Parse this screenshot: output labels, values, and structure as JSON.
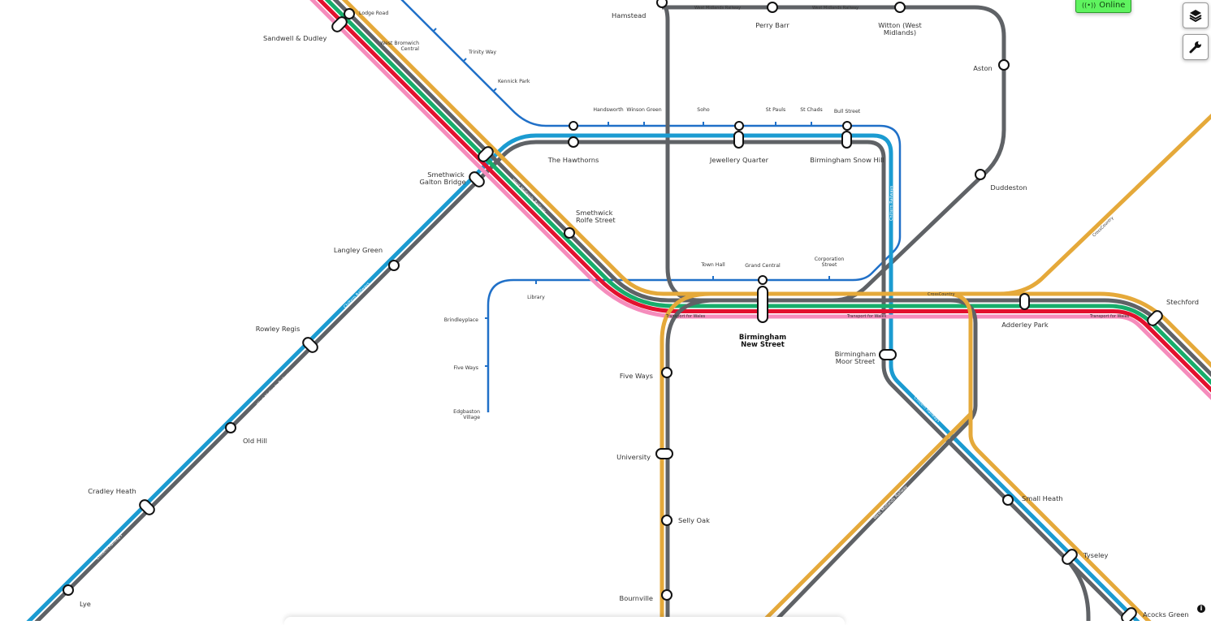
{
  "status": {
    "online_label": "Online",
    "online_icon": "broadcast-icon"
  },
  "controls": {
    "layers_icon": "layers-icon",
    "settings_icon": "wrench-icon",
    "info_icon": "info-icon"
  },
  "colors": {
    "crosscountry": "#e5a93a",
    "west_midlands_railway": "#5f6266",
    "green_line": "#17ad6b",
    "red_line": "#e3102e",
    "transport_for_wales": "#f58cbc",
    "chiltern_railways": "#1b9bd1",
    "metro": "#2070c8"
  },
  "line_labels": {
    "wmr": "West Midlands Railway",
    "tfw": "Transport for Wales",
    "xc": "CrossCountry",
    "chiltern": "Chiltern Railways"
  },
  "stations": {
    "sandwell": "Sandwell & Dudley",
    "lodge_road": "Lodge Road",
    "west_bromwich": [
      "West Bromwich",
      "Central"
    ],
    "trinity_way": "Trinity Way",
    "kennick_park": "Kennick Park",
    "hamstead": "Hamstead",
    "perry_barr": "Perry Barr",
    "witton": [
      "Witton (West",
      "Midlands)"
    ],
    "aston": "Aston",
    "handsworth": "Handsworth",
    "winson_green": "Winson Green",
    "soho": "Soho",
    "st_pauls": "St Pauls",
    "st_chads": "St Chads",
    "bull_street": "Bull Street",
    "hawthorns": "The Hawthorns",
    "jewellery_quarter": "Jewellery Quarter",
    "snow_hill": "Birmingham Snow Hill",
    "duddeston": "Duddeston",
    "galton_bridge": [
      "Smethwick",
      "Galton Bridge"
    ],
    "rolfe_street": [
      "Smethwick",
      "Rolfe Street"
    ],
    "langley_green": "Langley Green",
    "town_hall": "Town Hall",
    "grand_central": "Grand Central",
    "corporation_street": [
      "Corporation",
      "Street"
    ],
    "library": "Library",
    "brindleyplace": "Brindleyplace",
    "five_ways_tram": "Five Ways",
    "edgbaston_village": [
      "Edgbaston",
      "Village"
    ],
    "new_street": [
      "Birmingham",
      "New Street"
    ],
    "adderley_park": "Adderley Park",
    "stechford": "Stechford",
    "rowley_regis": "Rowley Regis",
    "moor_street": [
      "Birmingham",
      "Moor Street"
    ],
    "five_ways": "Five Ways",
    "old_hill": "Old Hill",
    "university": "University",
    "cradley_heath": "Cradley Heath",
    "small_heath": "Small Heath",
    "selly_oak": "Selly Oak",
    "tyseley": "Tyseley",
    "lye": "Lye",
    "bournville": "Bournville",
    "acocks_green": "Acocks Green"
  }
}
